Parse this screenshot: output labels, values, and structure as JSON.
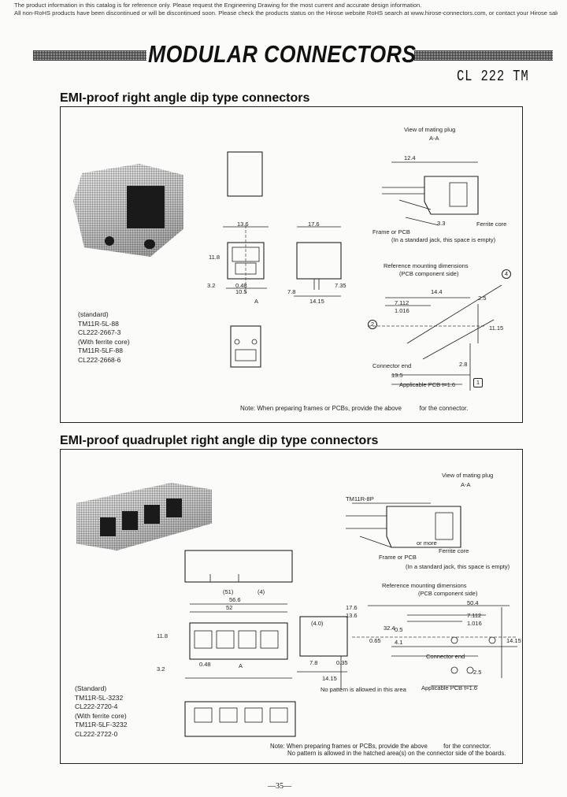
{
  "header": {
    "notice_line1": "The product information in this catalog is for reference only. Please request the Engineering Drawing for the most current and accurate design information.",
    "notice_line2": "All non-RoHS products have been discontinued or will be discontinued soon. Please check the products status on the Hirose website RoHS search at www.hirose-connectors.com, or contact your Hirose sales representative.",
    "title": "MODULAR CONNECTORS",
    "series_code": "CL 222 TM"
  },
  "section1": {
    "title": "EMI-proof right angle dip type connectors",
    "parts": [
      "(standard)",
      "TM11R-5L-88",
      "CL222-2667-3",
      "(With ferrite core)",
      "TM11R-5LF-88",
      "CL222-2668-6"
    ],
    "mating_plug_label": "View of mating plug",
    "section_label": "A-A",
    "ferrite_core": "Ferrite core",
    "frame_or_pcb": "Frame or PCB",
    "standard_jack_note": "(In a standard jack, this space is empty)",
    "ref_mount_label": "Reference mounting dimensions",
    "pcb_side_label": "(PCB component side)",
    "connector_end": "Connector end",
    "applicable_pcb": "Applicable PCB t=1.6",
    "note": "Note: When preparing frames or PCBs, provide the above",
    "note_tail": "for the connector.",
    "dims": [
      "13.6",
      "17.6",
      "11.8",
      "3.2",
      "0.48",
      "10.5",
      "A",
      "7.8",
      "14.15",
      "7.35",
      "12.4",
      "3.3",
      "7.112",
      "1.016",
      "14.4",
      "2.5",
      "11.15",
      "13.5",
      "2.8",
      "4",
      "2",
      "1"
    ]
  },
  "section2": {
    "title": "EMI-proof quadruplet right angle dip type connectors",
    "parts": [
      "(Standard)",
      "TM11R-5L-3232",
      "CL222-2720-4",
      "(With ferrite core)",
      "TM11R-5LF-3232",
      "CL222-2722-0"
    ],
    "mating_plug_label": "View of mating plug",
    "section_label": "A-A",
    "ferrite_core": "Ferrite core",
    "frame_or_pcb": "Frame or PCB",
    "standard_jack_note": "(In a standard jack, this space is empty)",
    "ref_mount_label": "Reference mounting dimensions",
    "pcb_side_label": "(PCB component side)",
    "connector_end": "Connector end",
    "applicable_pcb": "Applicable PCB t=1.6",
    "no_pattern": "No pattern is allowed in this area",
    "part_label": "TM11R-8P",
    "more": "or more",
    "note_line1": "Note: When preparing frames or PCBs, provide the above",
    "note_line1_tail": "for the connector.",
    "note_line2": "No pattern is allowed in the hatched area(s) on the connector side of the boards.",
    "dims": [
      "(51)",
      "(4)",
      "56.6",
      "52",
      "17.6",
      "13.6",
      "11.8",
      "3.2",
      "0.48",
      "A",
      "7.8",
      "0.35",
      "14.15",
      "(4.0)",
      "50.4",
      "7.112",
      "1.016",
      "14.15",
      "32.4",
      "2.5",
      "0.5",
      "0.65",
      "4.1"
    ]
  },
  "footer": {
    "page_number": "—35—"
  }
}
